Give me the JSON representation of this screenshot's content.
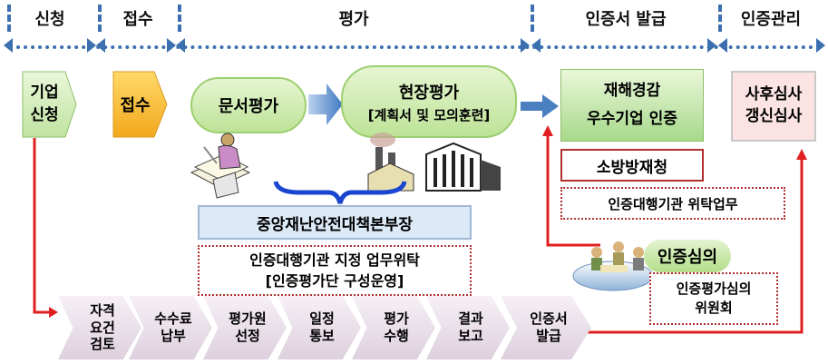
{
  "stages": [
    "신청",
    "접수",
    "평가",
    "인증서 발급",
    "인증관리"
  ],
  "apply_box": "기업\n신청",
  "receipt_box": "접수",
  "doc_eval": "문서평가",
  "site_eval_title": "현장평가",
  "site_eval_sub": "[계획서 및 모의훈련]",
  "cert_line1": "재해경감",
  "cert_line2": "우수기업 인증",
  "fire_agency": "소방방재청",
  "agency_task": "인증대행기관 위탁업무",
  "central_hq": "중앙재난안전대책본부장",
  "designation_line1": "인증대행기관 지정 업무위탁",
  "designation_line2": "[인증평가단 구성운영]",
  "cert_review": "인증심의",
  "committee": "인증평가심의\n위원회",
  "post_review": "사후심사\n갱신심사",
  "steps": [
    "자격\n요건\n검토",
    "수수료\n납부",
    "평가원\n선정",
    "일정\n통보",
    "평가\n수행",
    "결과\n보고",
    "인증서\n발급"
  ],
  "colors": {
    "dash_blue": "#3c6fb0",
    "red_line": "#e02020",
    "arrow_blue": "#4a7fc0"
  },
  "icons": [
    "paperwork-person-icon",
    "factory-icon",
    "people-meeting-icon"
  ]
}
